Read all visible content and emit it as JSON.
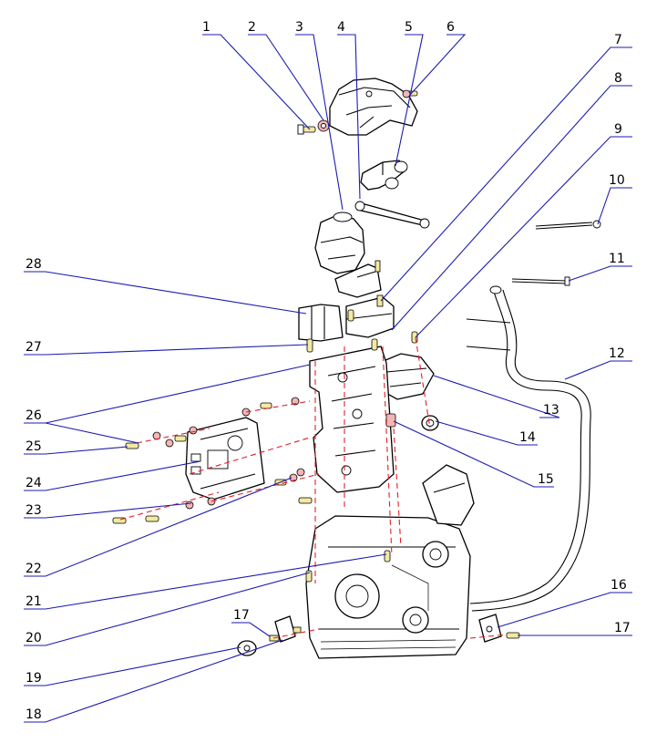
{
  "callouts": [
    {
      "n": "1"
    },
    {
      "n": "2"
    },
    {
      "n": "3"
    },
    {
      "n": "4"
    },
    {
      "n": "5"
    },
    {
      "n": "6"
    },
    {
      "n": "7"
    },
    {
      "n": "8"
    },
    {
      "n": "9"
    },
    {
      "n": "10"
    },
    {
      "n": "11"
    },
    {
      "n": "12"
    },
    {
      "n": "13"
    },
    {
      "n": "14"
    },
    {
      "n": "15"
    },
    {
      "n": "16"
    },
    {
      "n": "17"
    },
    {
      "n": "17"
    },
    {
      "n": "18"
    },
    {
      "n": "19"
    },
    {
      "n": "20"
    },
    {
      "n": "21"
    },
    {
      "n": "22"
    },
    {
      "n": "23"
    },
    {
      "n": "24"
    },
    {
      "n": "25"
    },
    {
      "n": "26"
    },
    {
      "n": "27"
    },
    {
      "n": "28"
    }
  ],
  "colors": {
    "leader": "#1b1bb0",
    "hidden_line": "#e0202a",
    "bolt_fill": "#f3e9a0",
    "washer_fill": "#f2b6b6"
  }
}
